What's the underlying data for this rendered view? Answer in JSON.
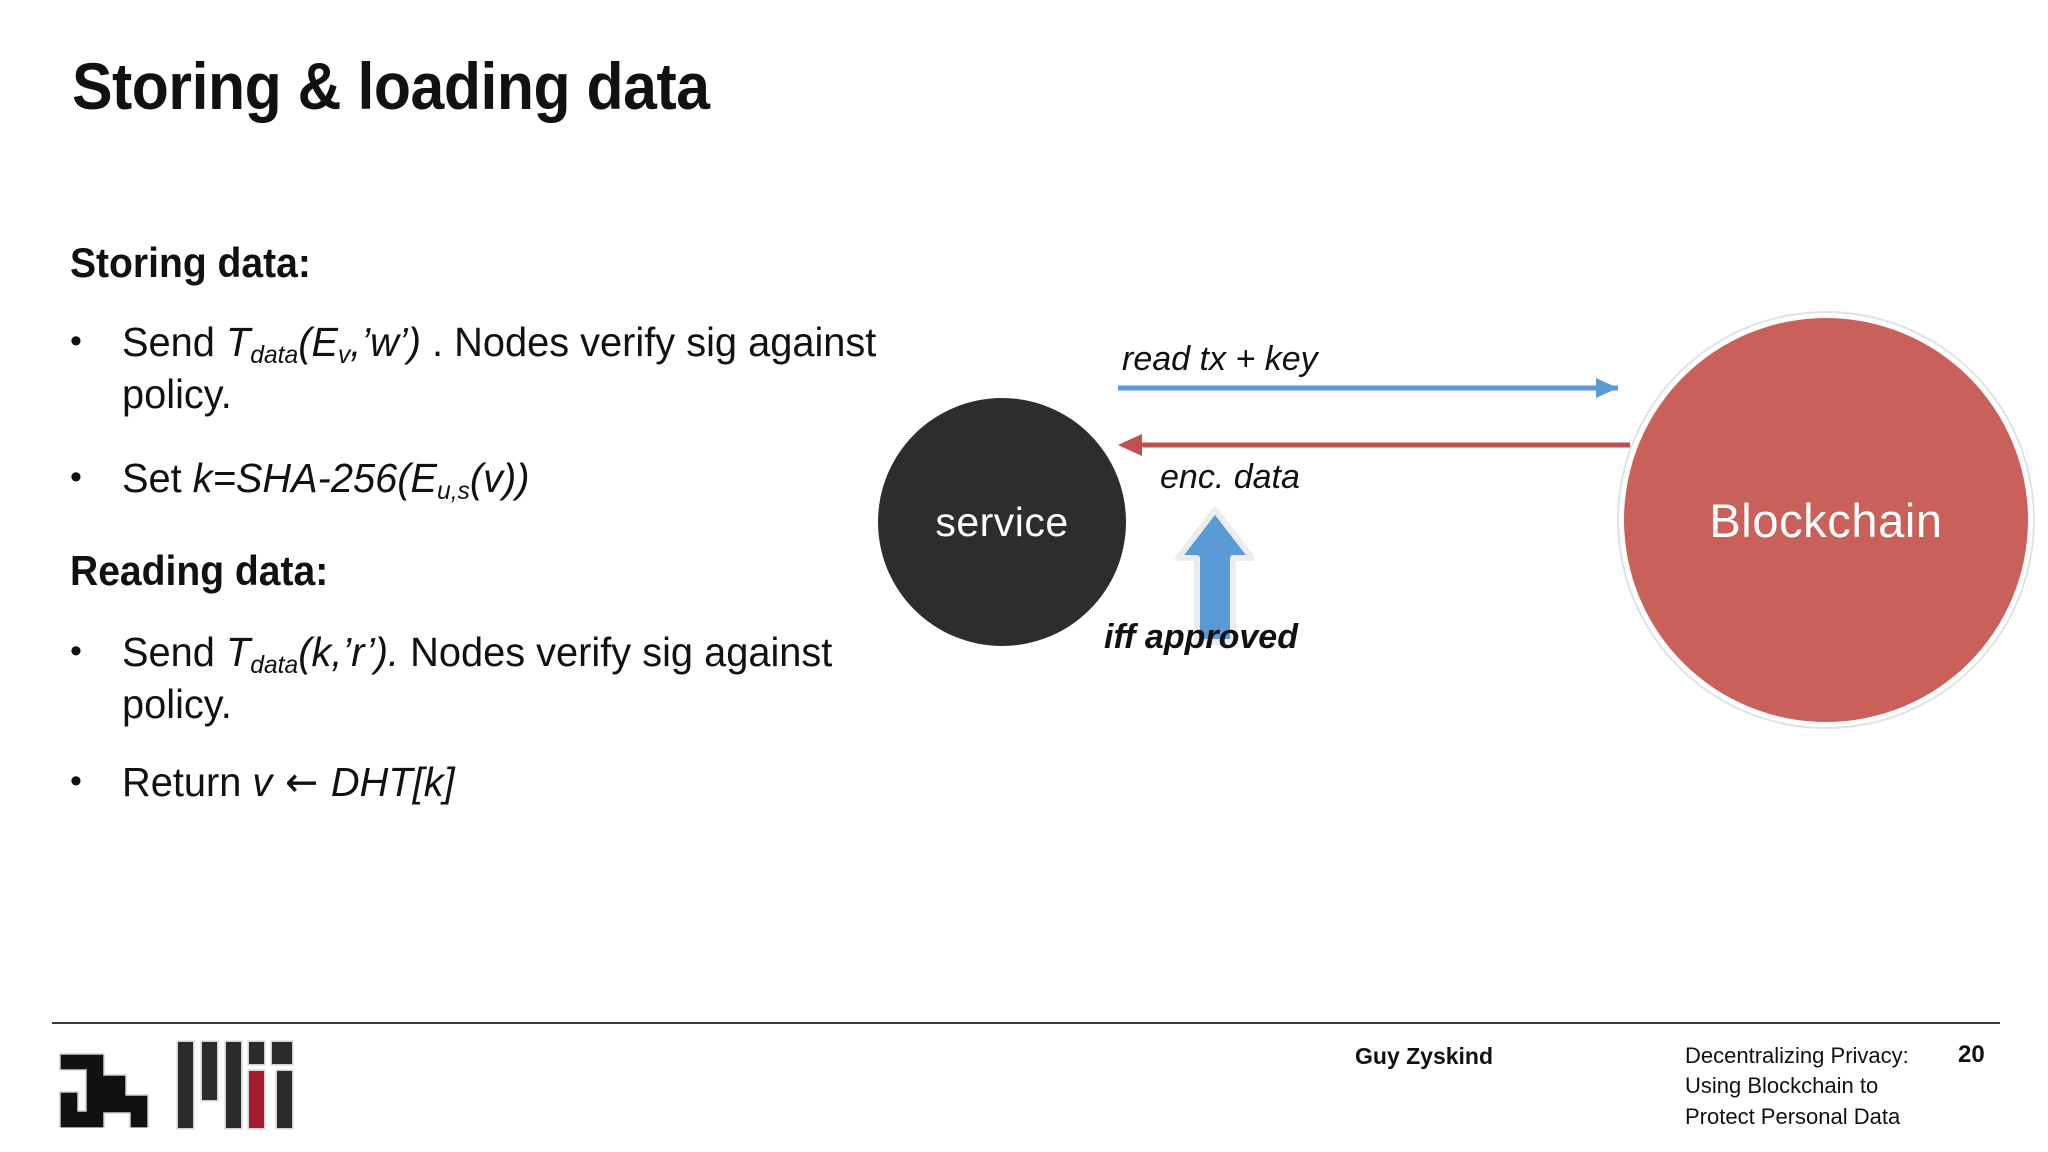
{
  "slide": {
    "title": "Storing & loading data",
    "background_color": "#ffffff"
  },
  "content": {
    "storing": {
      "heading": "Storing data:",
      "bullets": [
        {
          "bullet_glyph": "•",
          "parts": [
            {
              "text": "Send ",
              "style": "normal"
            },
            {
              "text": "T",
              "style": "italic"
            },
            {
              "text": "data",
              "style": "subscript"
            },
            {
              "text": "(E",
              "style": "italic"
            },
            {
              "text": "v",
              "style": "subscript"
            },
            {
              "text": ",’w’)",
              "style": "italic"
            },
            {
              "text": " . Nodes verify sig against policy.",
              "style": "normal"
            }
          ],
          "plain": "Send T_data(E_v,’w’) . Nodes verify sig against policy."
        },
        {
          "bullet_glyph": "•",
          "parts": [
            {
              "text": "Set ",
              "style": "normal"
            },
            {
              "text": "k=SHA-256(E",
              "style": "italic"
            },
            {
              "text": "u,s",
              "style": "subscript"
            },
            {
              "text": "(v))",
              "style": "italic"
            }
          ],
          "plain": "Set k=SHA-256(E_u,s(v))"
        }
      ]
    },
    "reading": {
      "heading": "Reading data:",
      "bullets": [
        {
          "bullet_glyph": "•",
          "parts": [
            {
              "text": "Send ",
              "style": "normal"
            },
            {
              "text": "T",
              "style": "italic"
            },
            {
              "text": "data",
              "style": "subscript"
            },
            {
              "text": "(k,’r’).",
              "style": "italic"
            },
            {
              "text": " Nodes verify sig against policy.",
              "style": "normal"
            }
          ],
          "plain": "Send T_data(k,’r’). Nodes verify sig against policy."
        },
        {
          "bullet_glyph": "•",
          "parts": [
            {
              "text": "Return ",
              "style": "normal"
            },
            {
              "text": "v",
              "style": "italic"
            },
            {
              "text": " ← ",
              "style": "arrow"
            },
            {
              "text": "DHT[k]",
              "style": "italic"
            }
          ],
          "plain": "Return v ← DHT[k]"
        }
      ]
    }
  },
  "diagram": {
    "nodes": [
      {
        "id": "service",
        "label": "service",
        "shape": "circle",
        "fill": "#2d2d2d",
        "text_color": "#ffffff"
      },
      {
        "id": "blockchain",
        "label": "Blockchain",
        "shape": "circle",
        "fill": "#c9615a",
        "text_color": "#ffffff",
        "ring_color": "#ffffff"
      }
    ],
    "edges": [
      {
        "id": "read-tx-key",
        "label": "read tx + key",
        "from": "service",
        "to": "blockchain",
        "direction": "right",
        "color": "#5b9bd5"
      },
      {
        "id": "enc-data",
        "label": "enc. data",
        "from": "blockchain",
        "to": "service",
        "direction": "left",
        "color": "#c0504d"
      },
      {
        "id": "iff-approved",
        "label": "iff approved",
        "direction": "up",
        "color": "#5b9bd5",
        "outline_color": "#e8e8e8",
        "emphasis": "bold-italic"
      }
    ]
  },
  "footer": {
    "author": "Guy Zyskind",
    "deck_title": "Decentralizing Privacy: Using Blockchain to Protect Personal Data",
    "page_number": "20",
    "logos": [
      {
        "name": "mit-media-lab-logo"
      },
      {
        "name": "mit-logo",
        "accent_color": "#a51c30"
      }
    ]
  }
}
